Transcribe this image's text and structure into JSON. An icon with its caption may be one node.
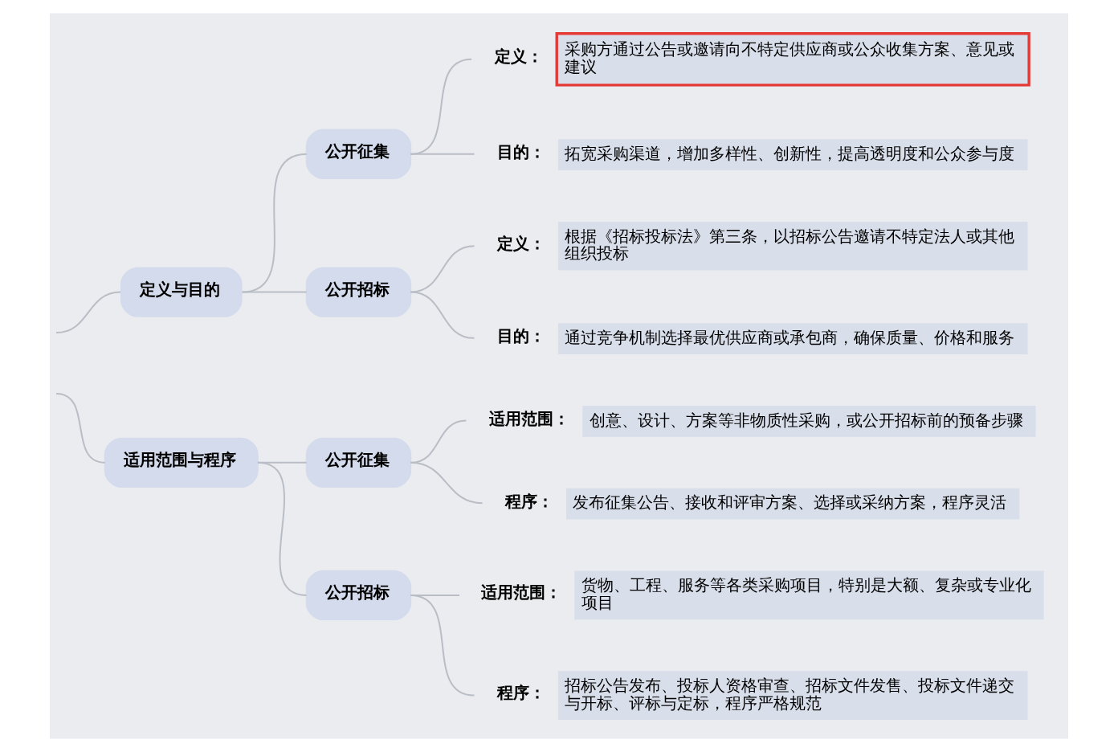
{
  "diagram": {
    "nodes": [
      {
        "text": [
          "定义与目的"
        ]
      },
      {
        "text": [
          "公开征集"
        ]
      },
      {
        "text": [
          "定义：",
          "采购方通过公告或邀请向不特定供应商或公众收集方案、意见或建议"
        ]
      },
      {
        "text": [
          "目的：",
          "拓宽采购渠道，增加多样性、创新性，提高透明度和公众参与度"
        ]
      },
      {
        "text": [
          "公开招标"
        ]
      },
      {
        "text": [
          "定义：",
          "根据《招标投标法》第三条，以招标公告邀请不特定法人或其他组织投标"
        ]
      },
      {
        "text": [
          "目的：",
          "通过竞争机制选择最优供应商或承包商，确保质量、价格和服务"
        ]
      },
      {
        "text": [
          "适用范围与程序"
        ]
      },
      {
        "text": [
          "公开征集"
        ]
      },
      {
        "text": [
          "适用范围：",
          "创意、设计、方案等非物质性采购，或公开招标前的预备步骤"
        ]
      },
      {
        "text": [
          "程序：",
          "发布征集公告、接收和评审方案、选择或采纳方案，程序灵活"
        ]
      },
      {
        "text": [
          "公开招标"
        ]
      },
      {
        "text": [
          "适用范围：",
          "货物、工程、服务等各类采购项目，特别是大额、复杂或专业化项目"
        ]
      },
      {
        "text": [
          "程序：",
          "招标公告发布、投标人资格审查、招标文件发售、投标文件递交与开标、评标与定标，程序严格规范"
        ]
      }
    ],
    "edges": [
      {
        "from": null,
        "to": 0,
        "arrow": "none"
      },
      {
        "from": null,
        "to": 7,
        "arrow": "none"
      },
      {
        "from": 0,
        "to": 1,
        "arrow": "none"
      },
      {
        "from": 0,
        "to": 4,
        "arrow": "none"
      },
      {
        "from": 1,
        "to": 2,
        "arrow": "none"
      },
      {
        "from": 1,
        "to": 3,
        "arrow": "none"
      },
      {
        "from": 4,
        "to": 5,
        "arrow": "none"
      },
      {
        "from": 4,
        "to": 6,
        "arrow": "none"
      },
      {
        "from": 7,
        "to": 8,
        "arrow": "none"
      },
      {
        "from": 7,
        "to": 11,
        "arrow": "none"
      },
      {
        "from": 8,
        "to": 9,
        "arrow": "none"
      },
      {
        "from": 8,
        "to": 10,
        "arrow": "none"
      },
      {
        "from": 11,
        "to": 12,
        "arrow": "none"
      },
      {
        "from": 11,
        "to": 13,
        "arrow": "none"
      }
    ]
  }
}
